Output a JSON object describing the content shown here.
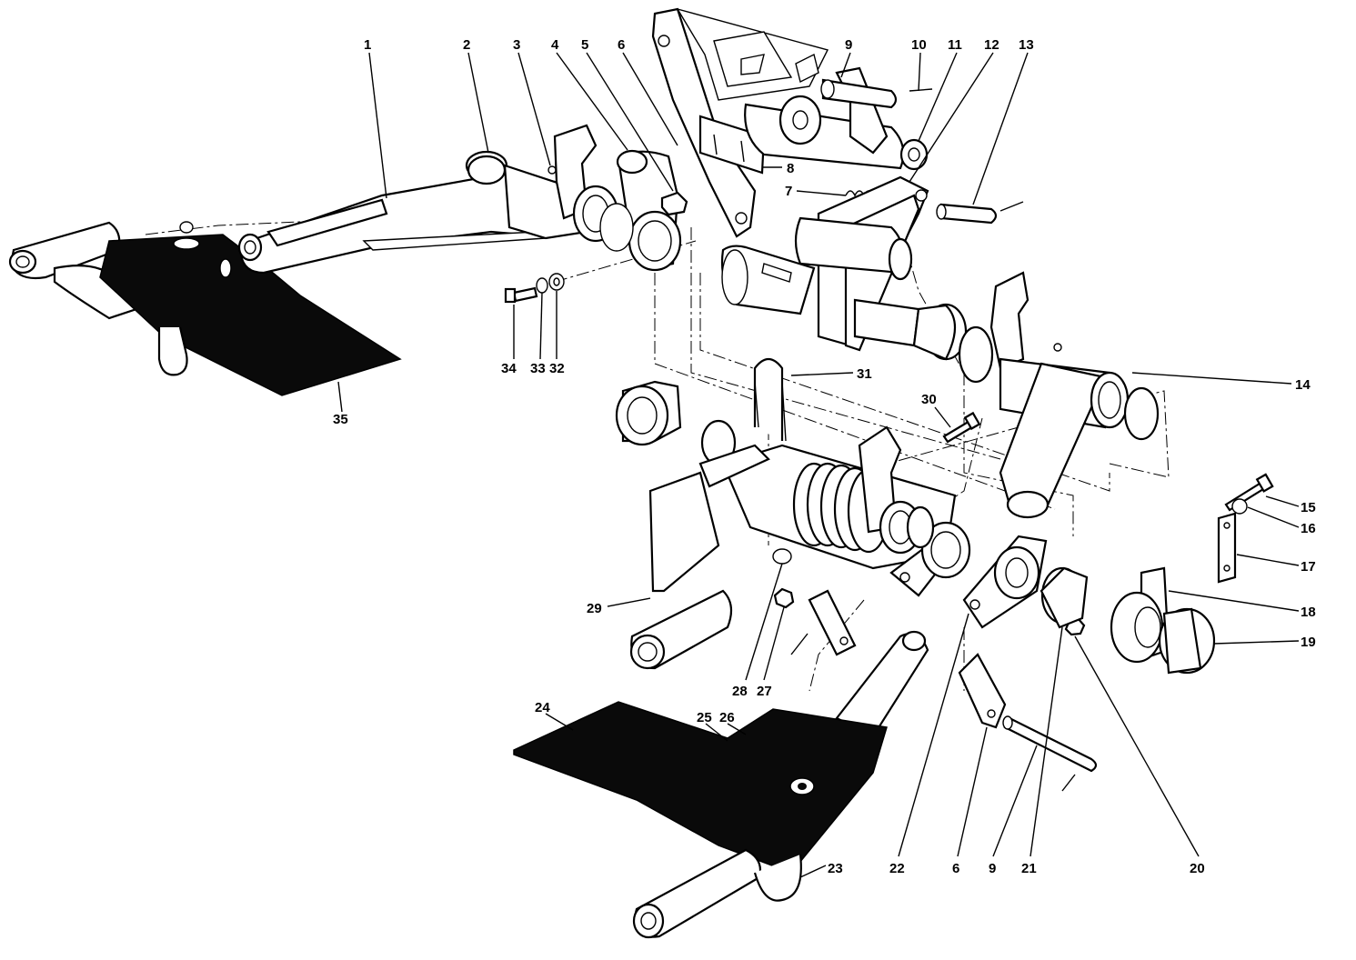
{
  "diagram": {
    "colors": {
      "ink": "#000000",
      "paper": "#ffffff",
      "pad": "#0a0a0a"
    },
    "callouts": [
      {
        "id": "c1",
        "text": "1"
      },
      {
        "id": "c2",
        "text": "2"
      },
      {
        "id": "c3",
        "text": "3"
      },
      {
        "id": "c4",
        "text": "4"
      },
      {
        "id": "c5",
        "text": "5"
      },
      {
        "id": "c6a",
        "text": "6"
      },
      {
        "id": "c9a",
        "text": "9"
      },
      {
        "id": "c10",
        "text": "10"
      },
      {
        "id": "c11",
        "text": "11"
      },
      {
        "id": "c12",
        "text": "12"
      },
      {
        "id": "c13",
        "text": "13"
      },
      {
        "id": "c8",
        "text": "8"
      },
      {
        "id": "c7",
        "text": "7"
      },
      {
        "id": "c14",
        "text": "14"
      },
      {
        "id": "c34",
        "text": "34"
      },
      {
        "id": "c33",
        "text": "33"
      },
      {
        "id": "c32",
        "text": "32"
      },
      {
        "id": "c35",
        "text": "35"
      },
      {
        "id": "c31",
        "text": "31"
      },
      {
        "id": "c30",
        "text": "30"
      },
      {
        "id": "c15",
        "text": "15"
      },
      {
        "id": "c16",
        "text": "16"
      },
      {
        "id": "c17",
        "text": "17"
      },
      {
        "id": "c18",
        "text": "18"
      },
      {
        "id": "c19",
        "text": "19"
      },
      {
        "id": "c29",
        "text": "29"
      },
      {
        "id": "c28",
        "text": "28"
      },
      {
        "id": "c27",
        "text": "27"
      },
      {
        "id": "c24",
        "text": "24"
      },
      {
        "id": "c25",
        "text": "25"
      },
      {
        "id": "c26",
        "text": "26"
      },
      {
        "id": "c23",
        "text": "23"
      },
      {
        "id": "c22",
        "text": "22"
      },
      {
        "id": "c6b",
        "text": "6"
      },
      {
        "id": "c9b",
        "text": "9"
      },
      {
        "id": "c21",
        "text": "21"
      },
      {
        "id": "c20",
        "text": "20"
      }
    ]
  }
}
